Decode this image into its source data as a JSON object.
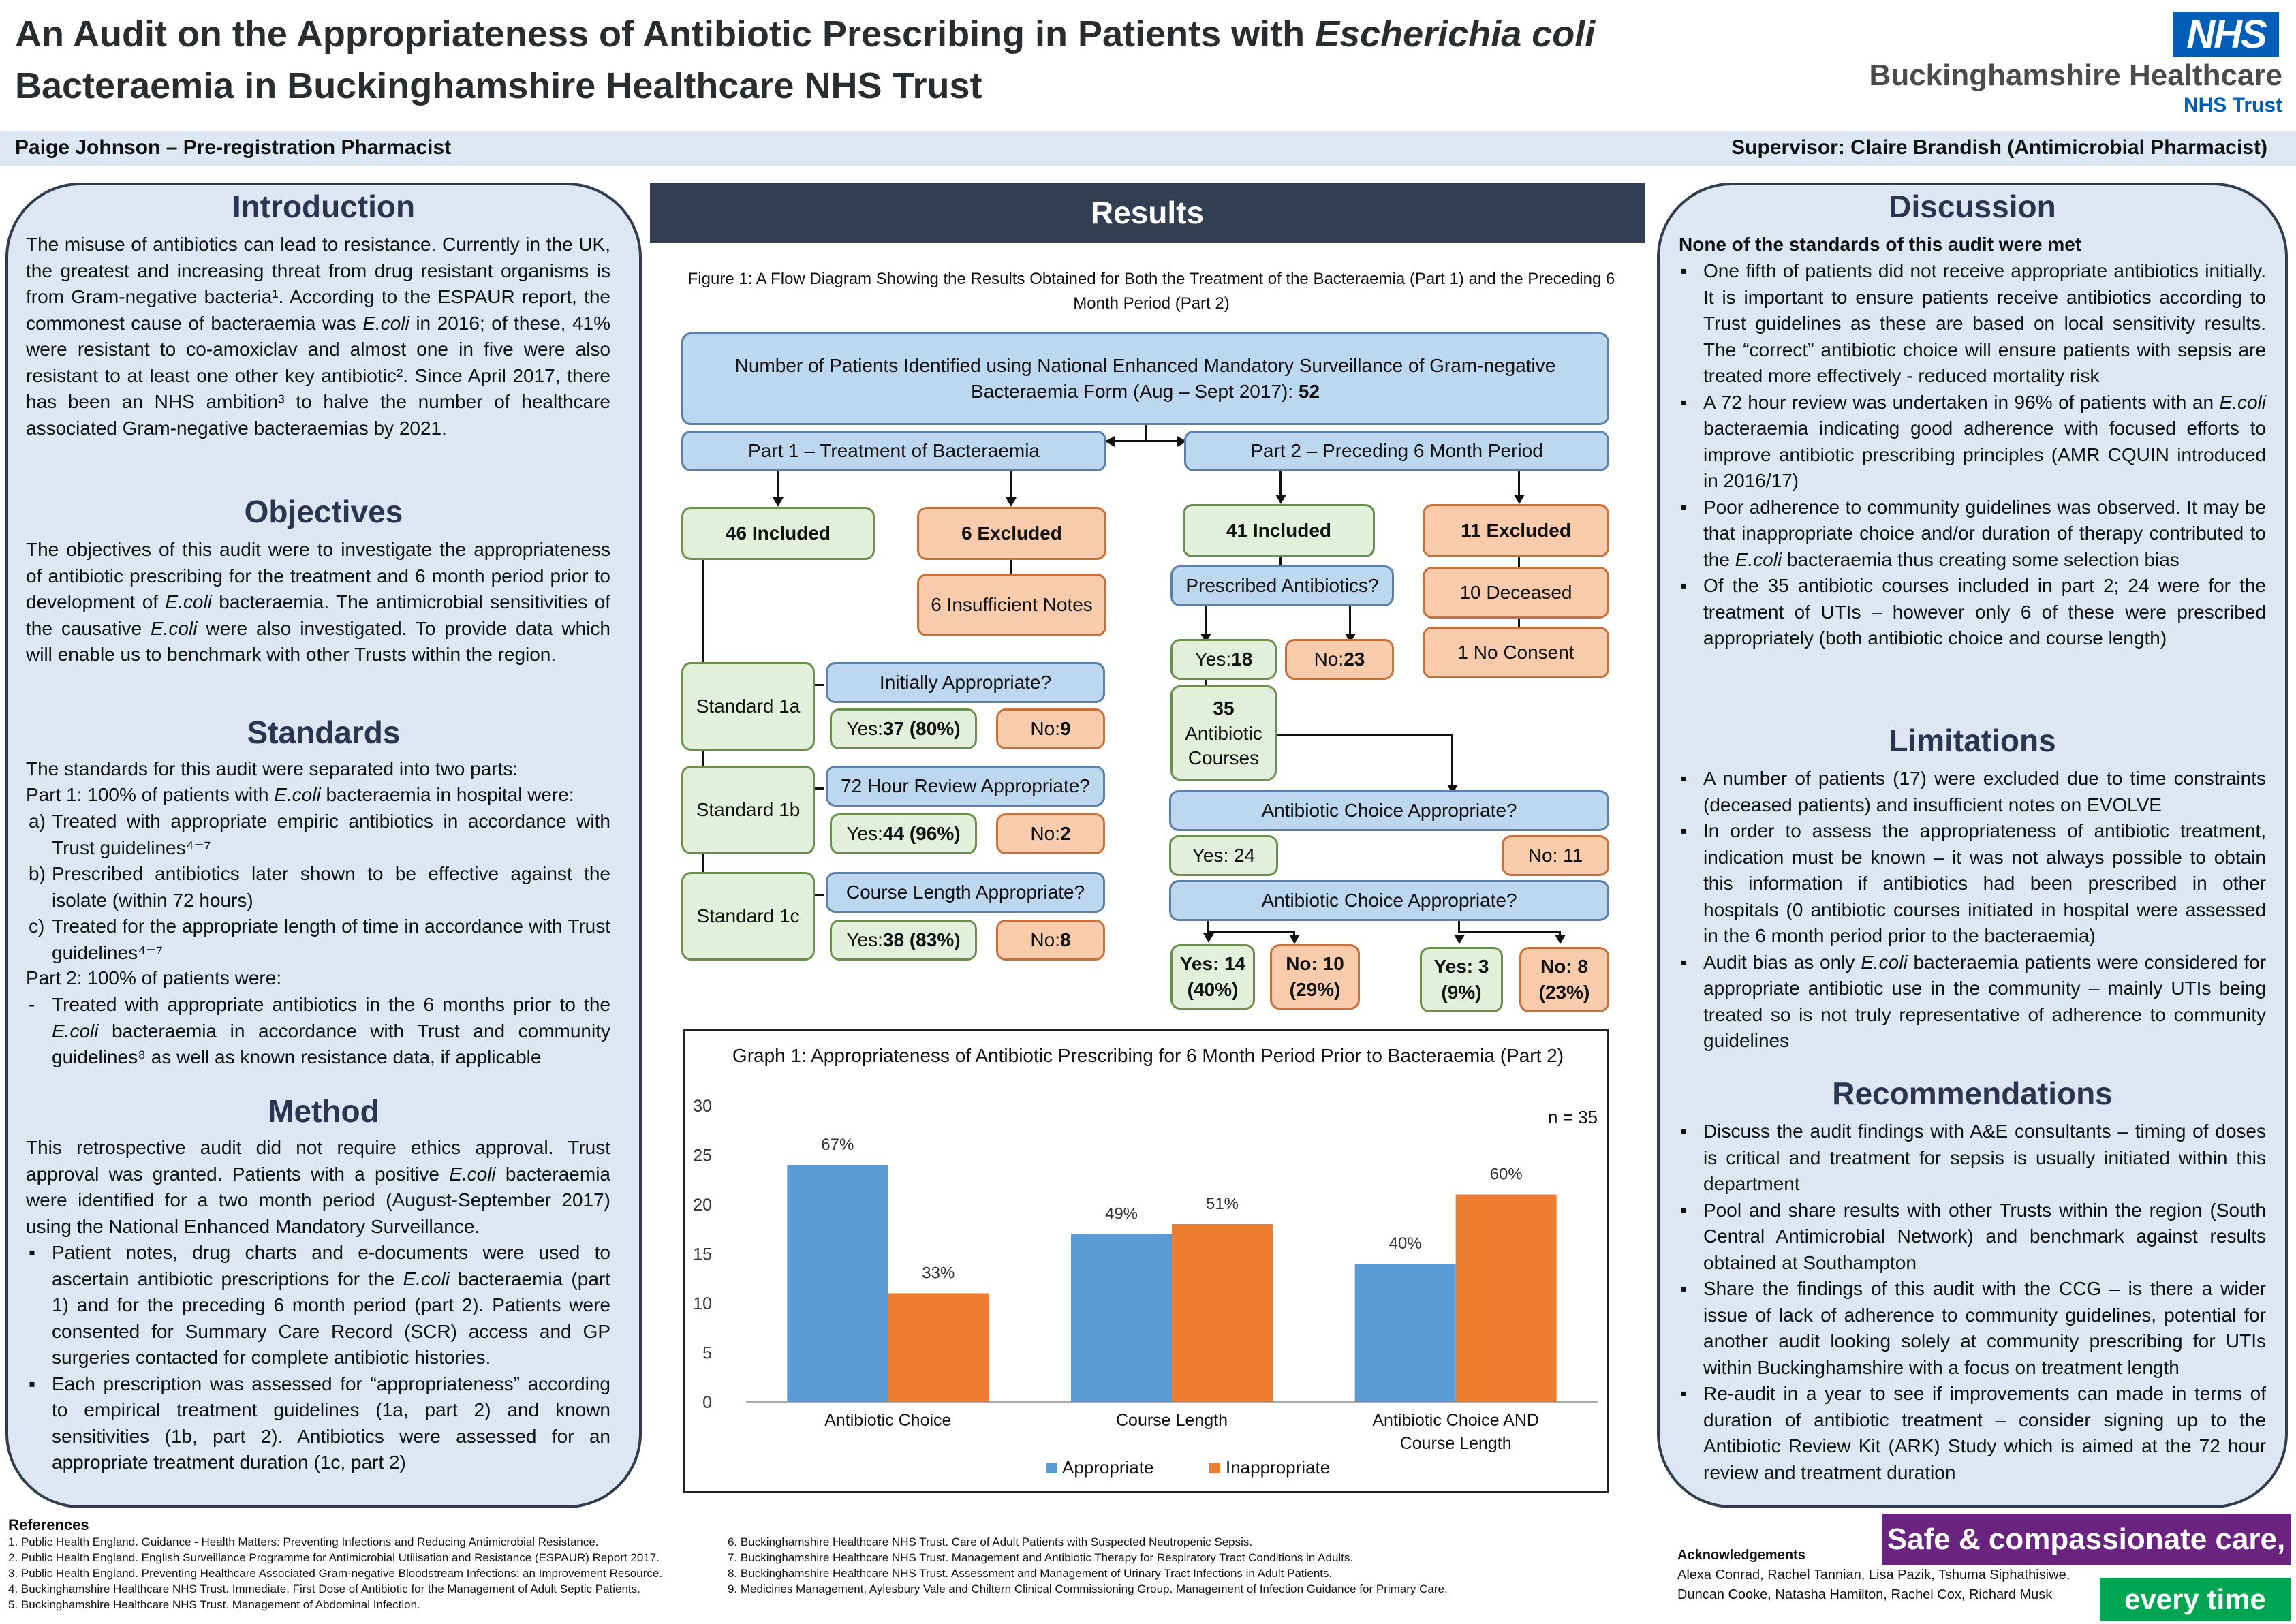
{
  "header": {
    "title_line1_a": "An Audit on the Appropriateness of Antibiotic Prescribing in Patients with ",
    "title_line1_b": "Escherichia coli",
    "title_line2": "Bacteraemia in Buckinghamshire Healthcare NHS Trust",
    "logo": "NHS",
    "trust_name": "Buckinghamshire Healthcare",
    "trust_sub": "NHS Trust",
    "author": "Paige Johnson – Pre-registration Pharmacist",
    "supervisor": "Supervisor: Claire Brandish (Antimicrobial Pharmacist)"
  },
  "introduction": {
    "heading": "Introduction",
    "text": "The misuse of antibiotics can lead to resistance. Currently in the UK, the greatest and increasing threat from drug resistant organisms is from Gram-negative bacteria¹. According to the ESPAUR report, the commonest cause of bacteraemia was E.coli in 2016; of these, 41% were resistant to co-amoxiclav and almost one in five were also resistant to at least one other key antibiotic². Since April 2017, there has been an NHS ambition³ to halve the number of healthcare associated Gram-negative bacteraemias by 2021."
  },
  "objectives": {
    "heading": "Objectives",
    "text": "The objectives of this audit were to investigate the appropriateness of antibiotic prescribing for the treatment and 6 month period prior to development of E.coli bacteraemia. The antimicrobial sensitivities of the causative E.coli were also investigated. To provide data which will enable us to benchmark with other Trusts within the region."
  },
  "standards": {
    "heading": "Standards",
    "intro": "The standards for this audit were separated into two parts:",
    "part1": "Part 1: 100% of patients with E.coli bacteraemia in hospital were:",
    "items": [
      {
        "mark": "a)",
        "text": "Treated with appropriate empiric antibiotics in accordance with Trust guidelines⁴⁻⁷"
      },
      {
        "mark": "b)",
        "text": "Prescribed antibiotics later shown to be effective against the isolate (within 72 hours)"
      },
      {
        "mark": "c)",
        "text": "Treated for the appropriate length of time in accordance with Trust guidelines⁴⁻⁷"
      }
    ],
    "part2": "Part 2: 100% of patients were:",
    "part2_item": "Treated with appropriate antibiotics in the 6 months prior to the E.coli bacteraemia in accordance with Trust and community guidelines⁸ as well as known resistance data, if applicable"
  },
  "method": {
    "heading": "Method",
    "text": "This retrospective audit did not require ethics approval. Trust approval was granted. Patients with a positive E.coli bacteraemia were identified for a two month period (August-September 2017) using the National Enhanced Mandatory Surveillance.",
    "bullets": [
      "Patient notes, drug charts and e-documents were used to ascertain antibiotic prescriptions for the E.coli bacteraemia (part 1) and for the preceding 6 month period (part 2). Patients were consented for Summary Care Record (SCR) access and GP surgeries contacted for complete antibiotic histories.",
      "Each prescription was assessed for “appropriateness” according to empirical treatment guidelines (1a, part 2) and known sensitivities (1b, part 2). Antibiotics were assessed for an appropriate treatment duration (1c, part 2)"
    ]
  },
  "results": {
    "heading": "Results",
    "figure_caption": "Figure 1: A Flow Diagram Showing the Results Obtained for Both the Treatment of the Bacteraemia (Part 1) and the Preceding 6 Month Period (Part 2)",
    "top_box": "Number of Patients Identified using National Enhanced Mandatory Surveillance of Gram-negative Bacteraemia Form (Aug – Sept 2017): ",
    "top_box_count": "52",
    "part1": "Part 1 – Treatment of Bacteraemia",
    "part2": "Part 2 – Preceding 6 Month Period",
    "p1_included": "46 Included",
    "p1_excluded": "6 Excluded",
    "p1_excl_reason": "6 Insufficient Notes",
    "std1a": "Standard 1a",
    "std1b": "Standard 1b",
    "std1c": "Standard 1c",
    "q1a": "Initially Appropriate?",
    "q1b": "72 Hour Review Appropriate?",
    "q1c": "Course Length Appropriate?",
    "yes1a_label": "Yes: ",
    "yes1a_val": "37 (80%)",
    "no1a_label": "No: ",
    "no1a_val": "9",
    "yes1b_label": "Yes: ",
    "yes1b_val": "44 (96%)",
    "no1b_label": "No: ",
    "no1b_val": "2",
    "yes1c_label": "Yes: ",
    "yes1c_val": "38 (83%)",
    "no1c_label": "No: ",
    "no1c_val": "8",
    "p2_included": "41 Included",
    "p2_excluded": "11 Excluded",
    "p2_excl_deceased": "10 Deceased",
    "p2_excl_consent": "1 No Consent",
    "prescribed": "Prescribed Antibiotics?",
    "presc_yes_label": "Yes: ",
    "presc_yes_val": "18",
    "presc_no_label": "No: ",
    "presc_no_val": "23",
    "courses_num": "35",
    "courses_label": "Antibiotic Courses",
    "choice_q": "Antibiotic Choice Appropriate?",
    "choice_yes": "Yes: 24",
    "choice_no": "No: 11",
    "choice_q2": "Antibiotic Choice Appropriate?",
    "leaf1": "Yes: 14\n(40%)",
    "leaf2": "No: 10\n(29%)",
    "leaf3": "Yes: 3\n(9%)",
    "leaf4": "No: 8\n(23%)"
  },
  "chart_data": {
    "type": "bar",
    "title": "Graph 1: Appropriateness of Antibiotic Prescribing for 6 Month Period Prior to Bacteraemia (Part 2)",
    "annotation": "n = 35",
    "categories": [
      "Antibiotic Choice",
      "Course Length",
      "Antibiotic Choice AND Course Length"
    ],
    "series": [
      {
        "name": "Appropriate",
        "values": [
          24,
          17,
          14
        ],
        "labels": [
          "67%",
          "49%",
          "40%"
        ],
        "color": "#5b9bd5"
      },
      {
        "name": "Inappropriate",
        "values": [
          11,
          18,
          21
        ],
        "labels": [
          "33%",
          "51%",
          "60%"
        ],
        "color": "#ed7d31"
      }
    ],
    "ylim": [
      0,
      30
    ],
    "yticks": [
      0,
      5,
      10,
      15,
      20,
      25,
      30
    ],
    "grid": false,
    "legend": "bottom"
  },
  "discussion": {
    "heading": "Discussion",
    "lead": "None of the standards of this audit were met",
    "bullets": [
      "One fifth of patients did not receive appropriate antibiotics initially. It is important to ensure patients receive antibiotics according to Trust guidelines as these are based on local sensitivity results. The “correct” antibiotic choice will ensure patients with sepsis are treated more effectively - reduced mortality risk",
      "A 72 hour review was undertaken in 96% of patients with an E.coli bacteraemia indicating good adherence with focused efforts to improve antibiotic prescribing principles (AMR CQUIN introduced in 2016/17)",
      "Poor adherence to community guidelines was observed. It may be that inappropriate choice and/or duration of therapy contributed to the E.coli bacteraemia thus creating some selection bias",
      "Of the 35 antibiotic courses included in part 2; 24 were for the treatment of UTIs – however only 6 of these were prescribed appropriately (both antibiotic choice and course length)"
    ]
  },
  "limitations": {
    "heading": "Limitations",
    "bullets": [
      "A number of patients (17) were excluded due to time constraints (deceased patients) and insufficient notes on EVOLVE",
      "In order to assess the appropriateness of antibiotic treatment, indication must be known – it was not always possible to obtain this information if antibiotics had been prescribed in other hospitals (0 antibiotic courses initiated in hospital were assessed in the 6 month period prior to the bacteraemia)",
      "Audit bias as only E.coli bacteraemia patients were considered for appropriate antibiotic use in the community – mainly UTIs being treated so is not truly representative of adherence to community guidelines"
    ]
  },
  "recommendations": {
    "heading": "Recommendations",
    "bullets": [
      "Discuss the audit findings with A&E consultants – timing of doses is critical and treatment for sepsis is usually initiated within this department",
      "Pool and share results with other Trusts within the region (South Central Antimicrobial Network) and benchmark against results obtained at Southampton",
      "Share the findings of this audit with the CCG – is there a wider issue of lack of adherence to community guidelines, potential for another audit looking solely at community prescribing for UTIs within Buckinghamshire with a focus on treatment length",
      "Re-audit in a year to see if improvements can made in terms of duration of antibiotic treatment – consider signing up to the Antibiotic Review Kit (ARK) Study which is aimed at the 72 hour review and treatment duration"
    ]
  },
  "references": {
    "heading": "References",
    "col1": [
      "1.  Public Health England. Guidance - Health Matters: Preventing Infections and Reducing Antimicrobial Resistance.",
      "2.  Public Health England. English Surveillance Programme for Antimicrobial Utilisation and Resistance (ESPAUR) Report 2017.",
      "3.  Public Health England. Preventing Healthcare Associated Gram-negative Bloodstream Infections: an Improvement Resource.",
      "4.  Buckinghamshire Healthcare NHS Trust. Immediate, First Dose of Antibiotic for the Management of Adult Septic Patients.",
      "5.  Buckinghamshire Healthcare NHS Trust. Management of Abdominal Infection."
    ],
    "col2": [
      "6.  Buckinghamshire Healthcare NHS Trust. Care of Adult Patients with Suspected Neutropenic Sepsis.",
      "7.  Buckinghamshire Healthcare NHS Trust. Management and Antibiotic Therapy for Respiratory Tract Conditions in Adults.",
      "8.  Buckinghamshire Healthcare NHS Trust. Assessment and Management of Urinary Tract Infections in Adult Patients.",
      "9.  Medicines Management, Aylesbury Vale and Chiltern Clinical Commissioning Group. Management of Infection Guidance for Primary Care."
    ]
  },
  "acknowledgements": {
    "heading": "Acknowledgements",
    "text": "Alexa Conrad, Rachel Tannian, Lisa Pazik, Tshuma Siphathisiwe, Duncan Cooke, Natasha Hamilton, Rachel Cox, Richard Musk"
  },
  "banner": {
    "line1": "Safe & compassionate care,",
    "line2": "every time",
    "color_purple": "#6b2380",
    "color_green": "#00a651"
  }
}
